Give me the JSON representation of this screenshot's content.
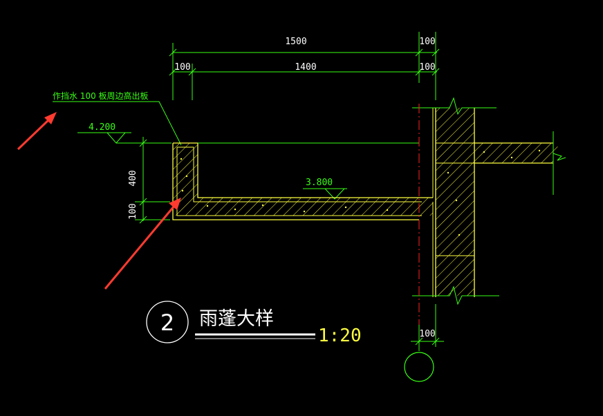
{
  "drawing": {
    "dimensions": {
      "top_total": "1500",
      "top_right_offset": "100",
      "left_wall": "100",
      "clear_span": "1400",
      "right_wall": "100",
      "upturn_height": "400",
      "slab_thickness": "100",
      "bottom_offset": "100"
    },
    "annotation_note": "作挡水 100 板周边高出板",
    "level_top": "4.200",
    "level_slab": "3.800",
    "title_number": "2",
    "title": "雨蓬大样",
    "scale": "1:20"
  },
  "colors": {
    "background": "#000000",
    "dimension": "#39ff14",
    "outline": "#ffff40",
    "concrete": "#ffff40",
    "axis": "#ff2020",
    "arrow": "#ff3b30",
    "text": "#ffffff"
  }
}
